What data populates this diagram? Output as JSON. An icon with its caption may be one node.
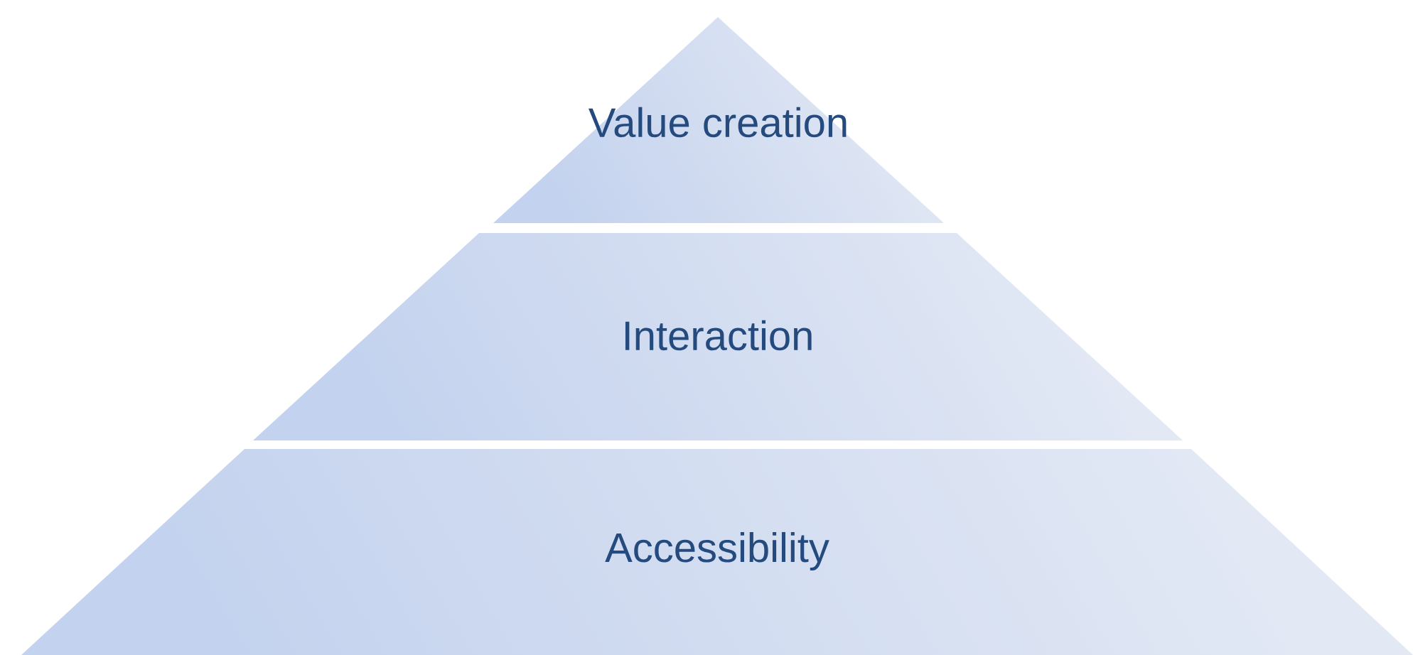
{
  "diagram": {
    "nodes": [
      {
        "text": [
          "Value creation"
        ]
      },
      {
        "text": [
          "Interaction"
        ]
      },
      {
        "text": [
          "Accessibility"
        ]
      }
    ]
  }
}
